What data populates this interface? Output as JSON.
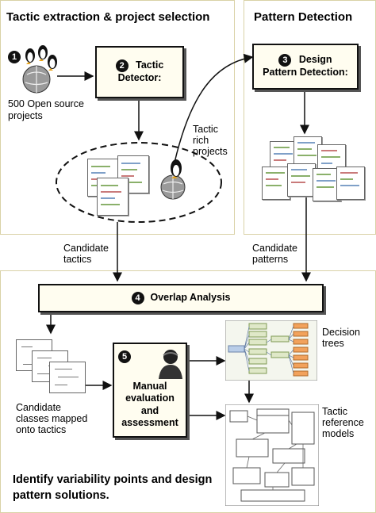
{
  "sections": {
    "left_title": "Tactic extraction & project selection",
    "right_title": "Pattern Detection",
    "bottom_title": "Identify variability points and design pattern solutions."
  },
  "steps": {
    "s1": {
      "num": "1"
    },
    "s2": {
      "num": "2",
      "label_line1": "Tactic",
      "label_line2": "Detector:"
    },
    "s3": {
      "num": "3",
      "label_line1": "Design",
      "label_line2": "Pattern Detection:"
    },
    "s4": {
      "num": "4",
      "label": "Overlap Analysis"
    },
    "s5": {
      "num": "5",
      "label_line1": "Manual",
      "label_line2": "evaluation",
      "label_line3": "and",
      "label_line4": "assessment"
    }
  },
  "labels": {
    "open_source_1": "500 Open source",
    "open_source_2": "projects",
    "tactic_rich_1": "Tactic",
    "tactic_rich_2": "rich",
    "tactic_rich_3": "projects",
    "candidate_tactics_1": "Candidate",
    "candidate_tactics_2": "tactics",
    "candidate_patterns_1": "Candidate",
    "candidate_patterns_2": "patterns",
    "candidate_classes_1": "Candidate",
    "candidate_classes_2": "classes mapped",
    "candidate_classes_3": "onto tactics",
    "decision_trees_1": "Decision",
    "decision_trees_2": "trees",
    "tactic_models_1": "Tactic",
    "tactic_models_2": "reference",
    "tactic_models_3": "models"
  },
  "icons": [
    "penguin-icon",
    "globe-icon",
    "person-icon",
    "document-icon"
  ]
}
